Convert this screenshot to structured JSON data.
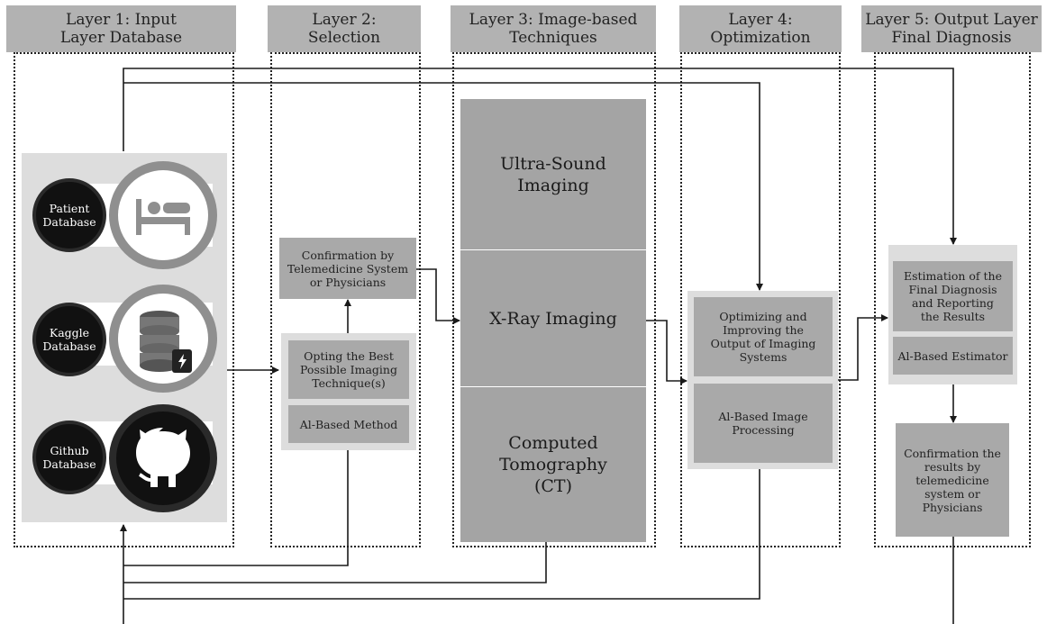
{
  "layers": [
    {
      "title": "Layer 1: Input\nLayer Database"
    },
    {
      "title": "Layer 2:\nSelection"
    },
    {
      "title": "Layer 3: Image-based\nTechniques"
    },
    {
      "title": "Layer 4:\nOptimization"
    },
    {
      "title": "Layer 5: Output Layer\nFinal Diagnosis"
    }
  ],
  "databases": [
    {
      "label": "Patient\nDatabase",
      "icon": "hospital-bed-icon"
    },
    {
      "label": "Kaggle\nDatabase",
      "icon": "database-icon"
    },
    {
      "label": "Github\nDatabase",
      "icon": "github-octocat-icon"
    }
  ],
  "selection": {
    "confirmation": "Confirmation by\nTelemedicine System\nor Physicians",
    "opting": "Opting the Best\nPossible Imaging\nTechnique(s)",
    "method": "Al-Based Method"
  },
  "techniques": {
    "ultrasound": "Ultra-Sound\nImaging",
    "xray": "X-Ray Imaging",
    "ct": "Computed\nTomography\n(CT)"
  },
  "optimization": {
    "optimizing": "Optimizing and\nImproving the\nOutput of Imaging\nSystems",
    "processing": "Al-Based Image\nProcessing"
  },
  "output": {
    "estimation": "Estimation of the\nFinal Diagnosis\nand Reporting\nthe Results",
    "estimator": "Al-Based Estimator",
    "confirmation": "Confirmation the\nresults by\ntelemedicine\nsystem or\nPhysicians"
  },
  "colors": {
    "header": "#b2b2b2",
    "box": "#a9a9a9",
    "panel": "#dddddd",
    "line": "#1a1a1a"
  }
}
